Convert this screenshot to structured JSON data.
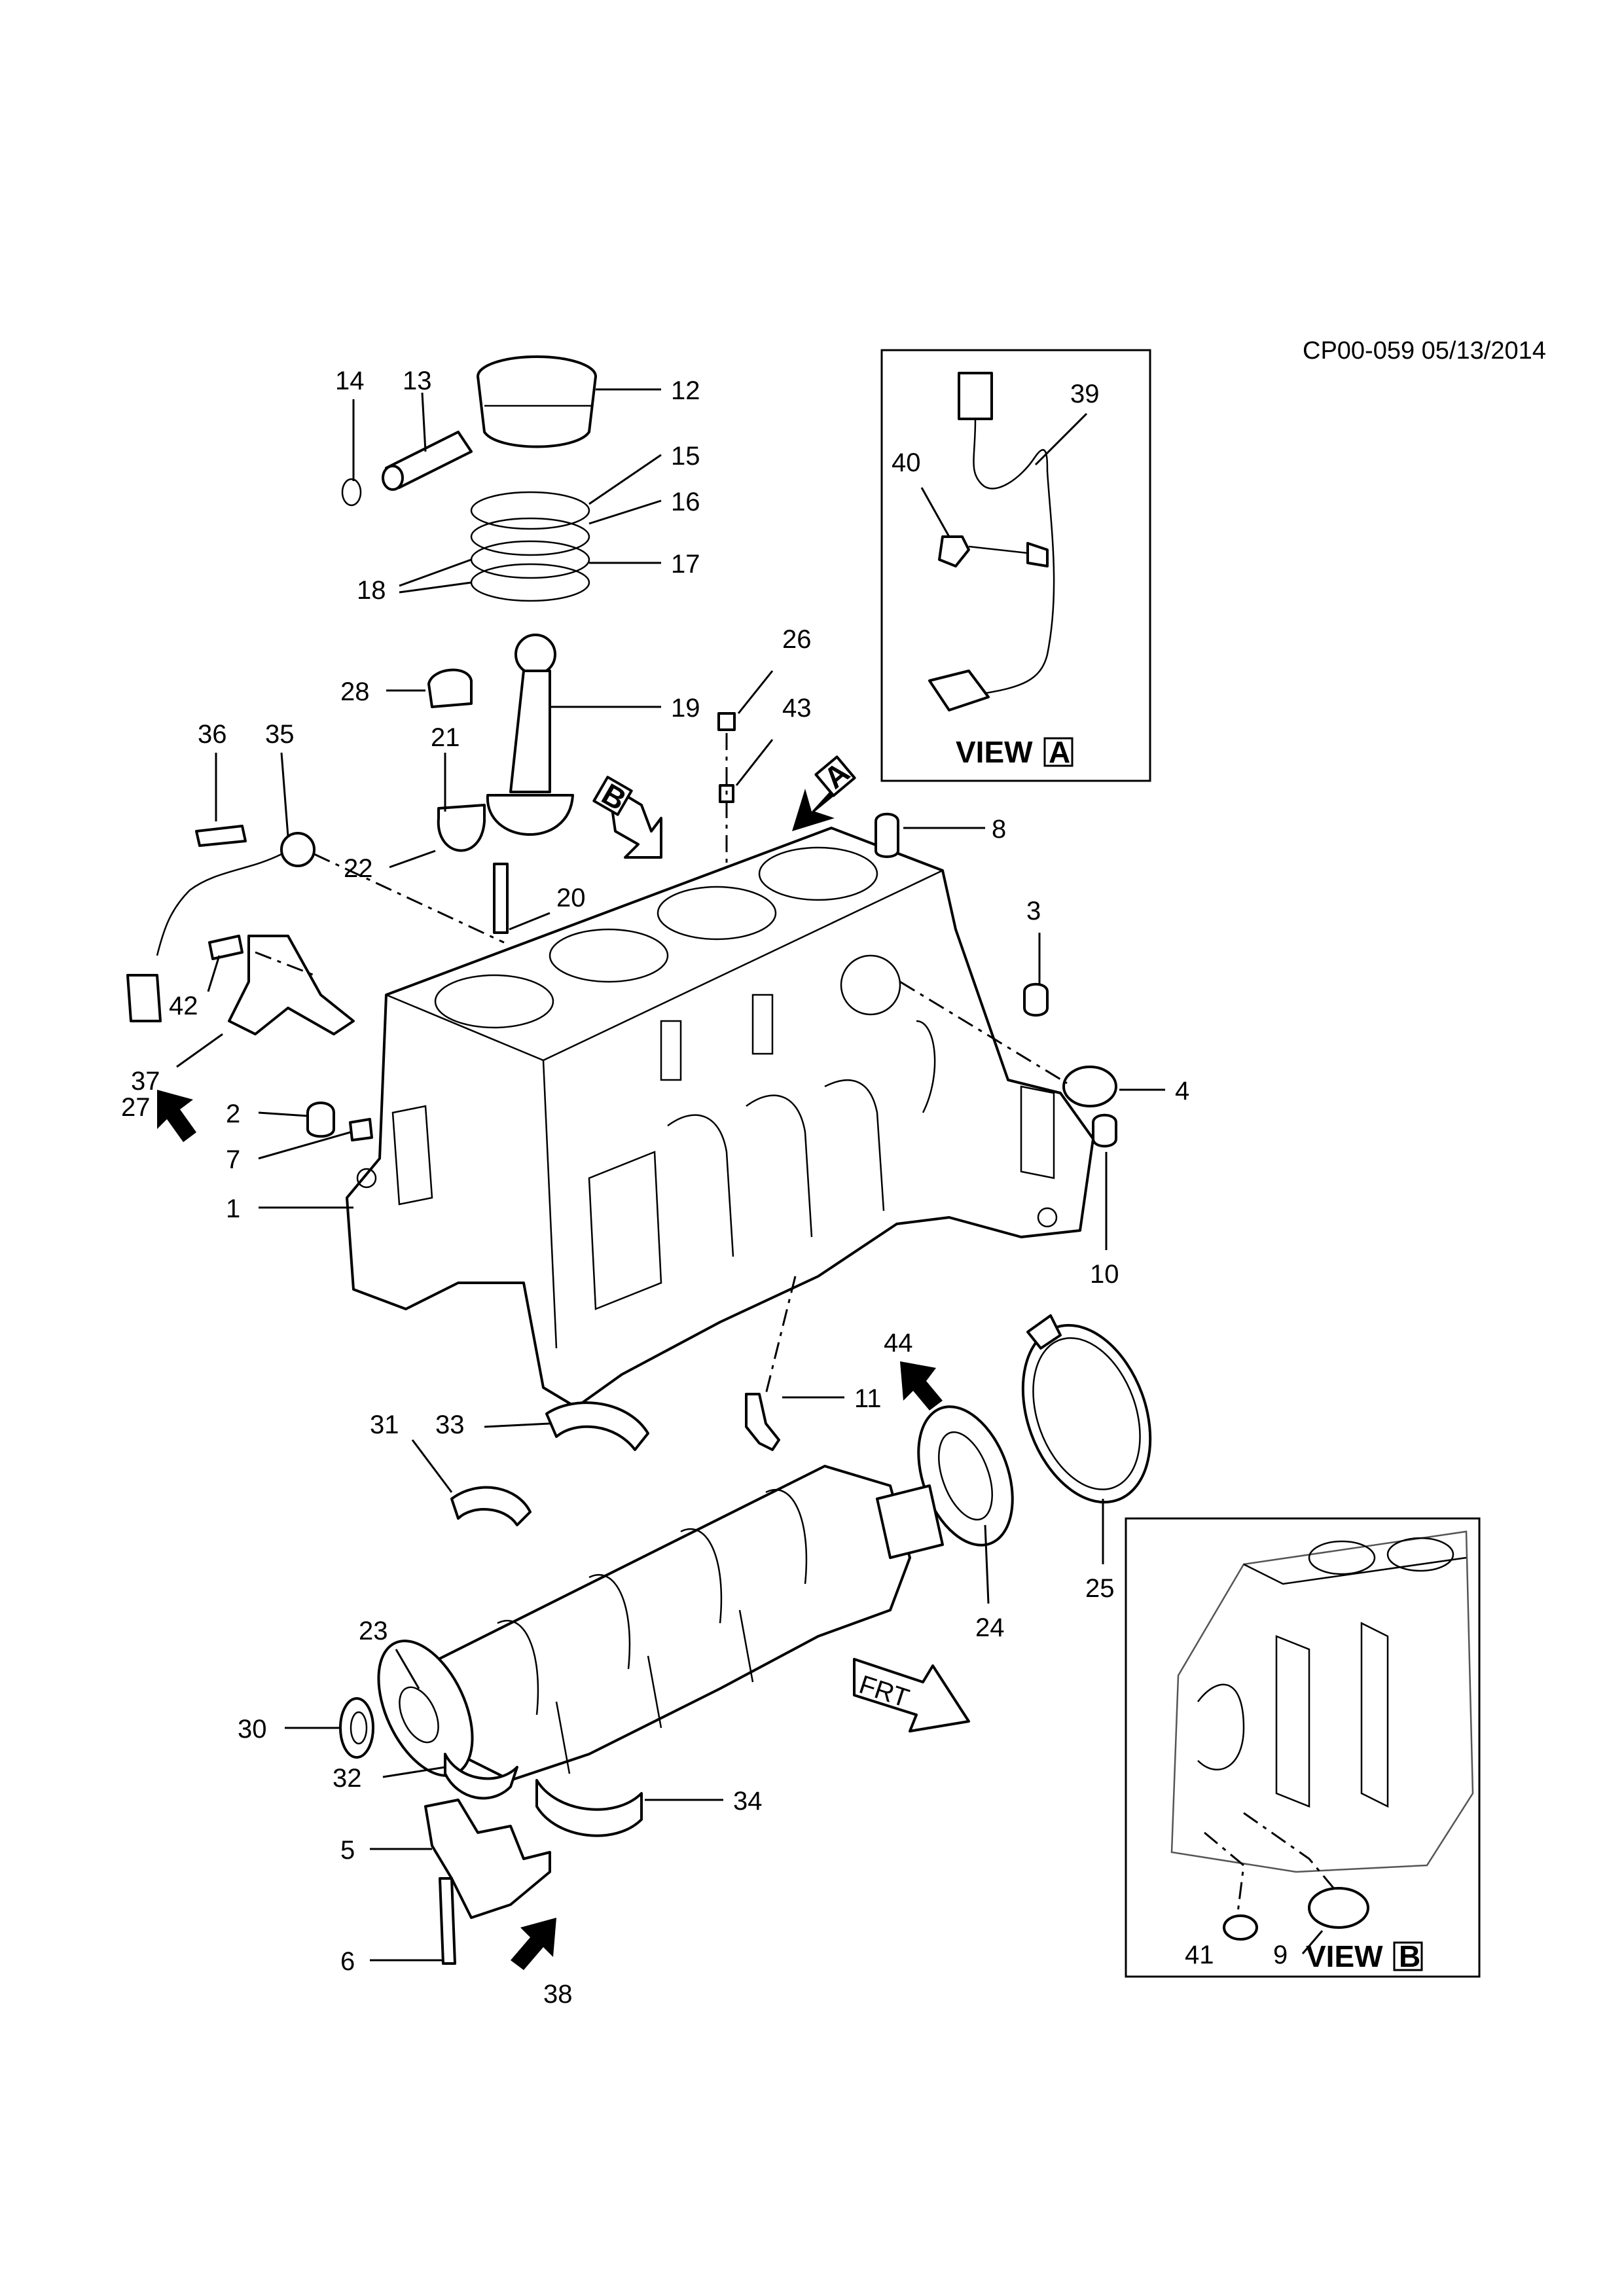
{
  "header": {
    "code": "CP00-059 05/13/2014"
  },
  "views": {
    "view_a": {
      "word": "VIEW",
      "letter": "A"
    },
    "view_b": {
      "word": "VIEW",
      "letter": "B"
    }
  },
  "arrows": {
    "a": "A",
    "b": "B",
    "frt": "FRT"
  },
  "callouts": {
    "c1": "1",
    "c2": "2",
    "c3": "3",
    "c4": "4",
    "c5": "5",
    "c6": "6",
    "c7": "7",
    "c8": "8",
    "c9": "9",
    "c10": "10",
    "c11": "11",
    "c12": "12",
    "c13": "13",
    "c14": "14",
    "c15": "15",
    "c16": "16",
    "c17": "17",
    "c18": "18",
    "c19": "19",
    "c20": "20",
    "c21": "21",
    "c22": "22",
    "c23": "23",
    "c24": "24",
    "c25": "25",
    "c26": "26",
    "c27": "27",
    "c28": "28",
    "c30": "30",
    "c31": "31",
    "c32": "32",
    "c33": "33",
    "c34": "34",
    "c35": "35",
    "c36": "36",
    "c37": "37",
    "c38": "38",
    "c39": "39",
    "c40": "40",
    "c41": "41",
    "c42": "42",
    "c43": "43",
    "c44": "44"
  }
}
